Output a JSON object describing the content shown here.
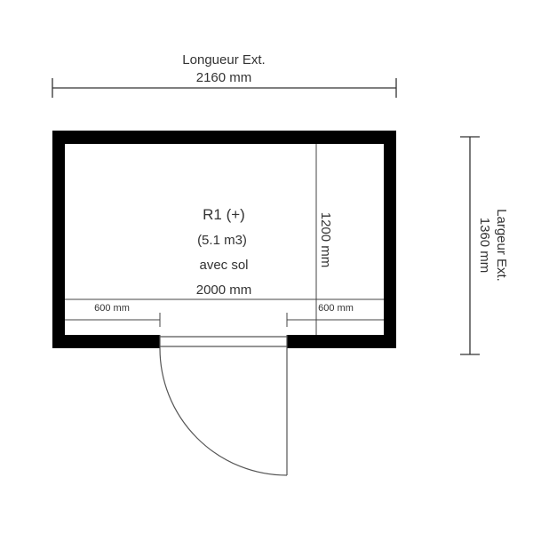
{
  "outer_length": {
    "title": "Longueur Ext.",
    "value": "2160 mm"
  },
  "outer_width": {
    "title": "Largeur Ext.",
    "value": "1360 mm"
  },
  "room": {
    "name": "R1 (+)",
    "volume": "(5.1 m3)",
    "floor": "avec sol",
    "inner_length": "2000 mm",
    "inner_width": "1200 mm"
  },
  "door_offsets": {
    "left": "600 mm",
    "right": "600 mm"
  },
  "colors": {
    "wall": "#000000",
    "line": "#333333",
    "text": "#333333"
  }
}
